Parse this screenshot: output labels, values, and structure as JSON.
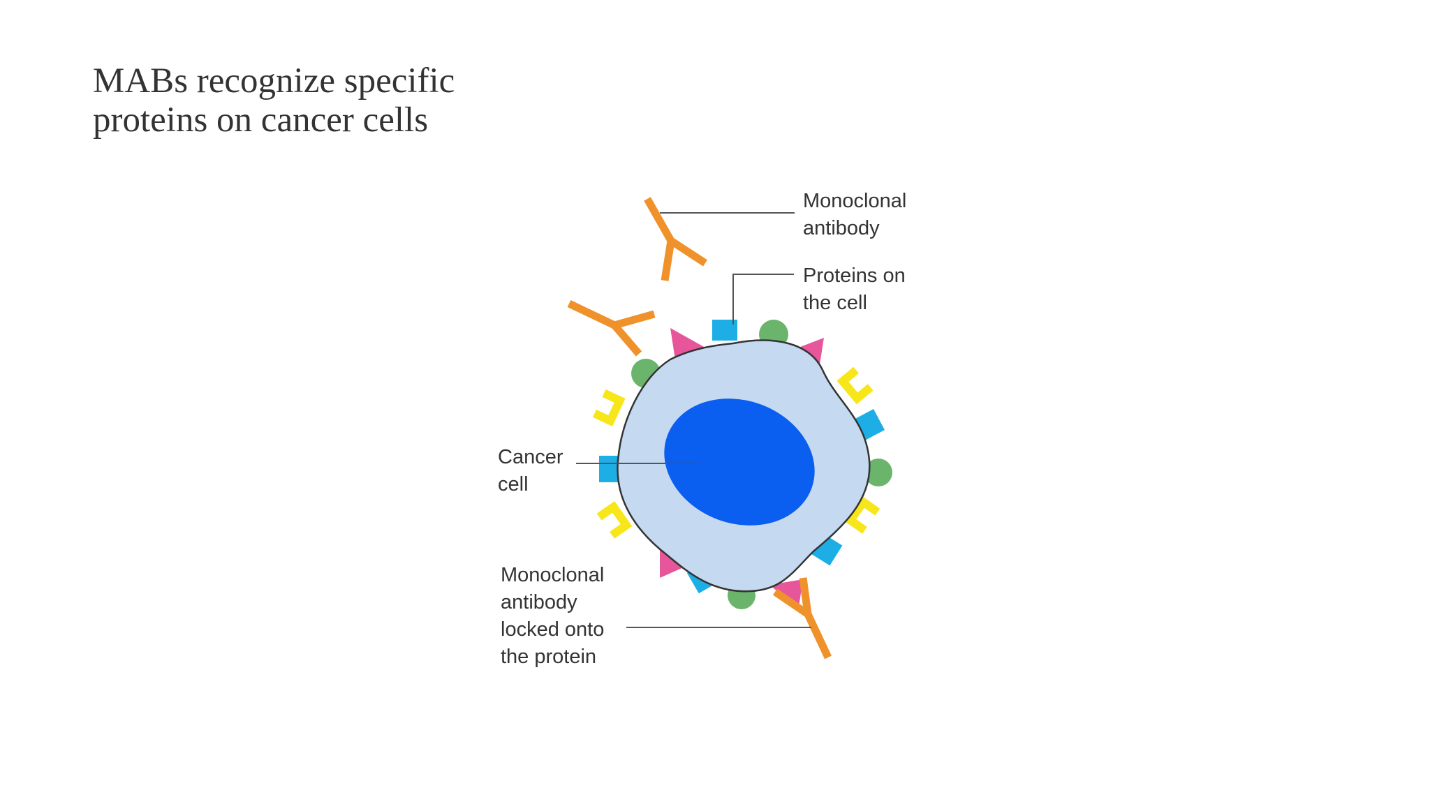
{
  "slide": {
    "title_lines": [
      "MABs recognize specific",
      "proteins on cancer cells"
    ]
  },
  "diagram": {
    "labels": {
      "monoclonal_antibody": [
        "Monoclonal",
        "antibody"
      ],
      "proteins_on_cell": [
        "Proteins on",
        "the cell"
      ],
      "cancer_cell": [
        "Cancer",
        "cell"
      ],
      "locked_antibody": [
        "Monoclonal",
        "antibody",
        "locked onto",
        "the protein"
      ]
    },
    "colors": {
      "antibody": "#f0922b",
      "cell_membrane": "#c5d9f1",
      "cell_outline": "#333333",
      "nucleus": "#0a5ef0",
      "protein_blue": "#1eaee6",
      "protein_green": "#6ab46b",
      "protein_pink": "#e7569a",
      "protein_yellow": "#f7e619",
      "leader_line": "#555555"
    }
  }
}
